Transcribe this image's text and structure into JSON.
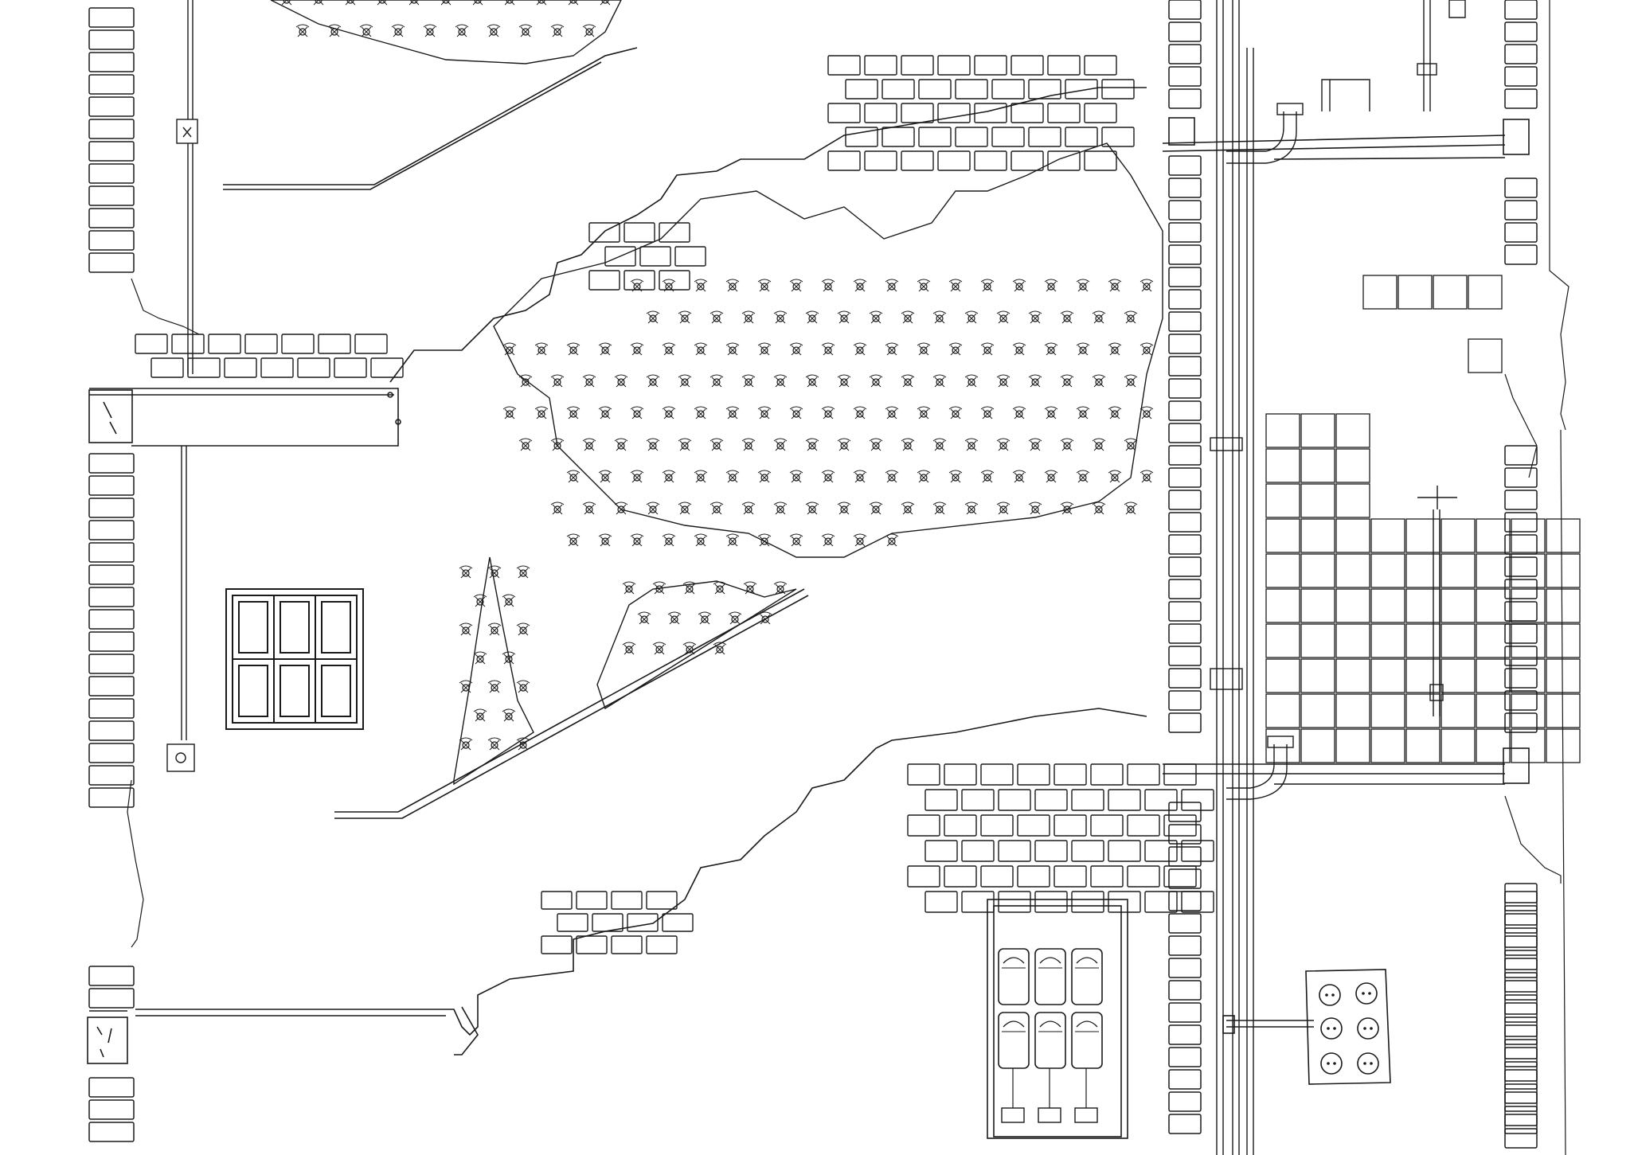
{
  "scene": {
    "kind": "line-drawing",
    "palette": {
      "ink": "#1a1a1a",
      "paper": "#ffffff",
      "fill_light": "#fafafa"
    },
    "elements": {
      "left_wall": "brick-column",
      "center_wall": "brick-column",
      "right_wall": "brick-column",
      "wallpaper": "floral-pattern",
      "window": "six-pane-window",
      "meters": "electricity-meters",
      "sockets": "power-sockets",
      "tiles": "tile-grid"
    }
  }
}
